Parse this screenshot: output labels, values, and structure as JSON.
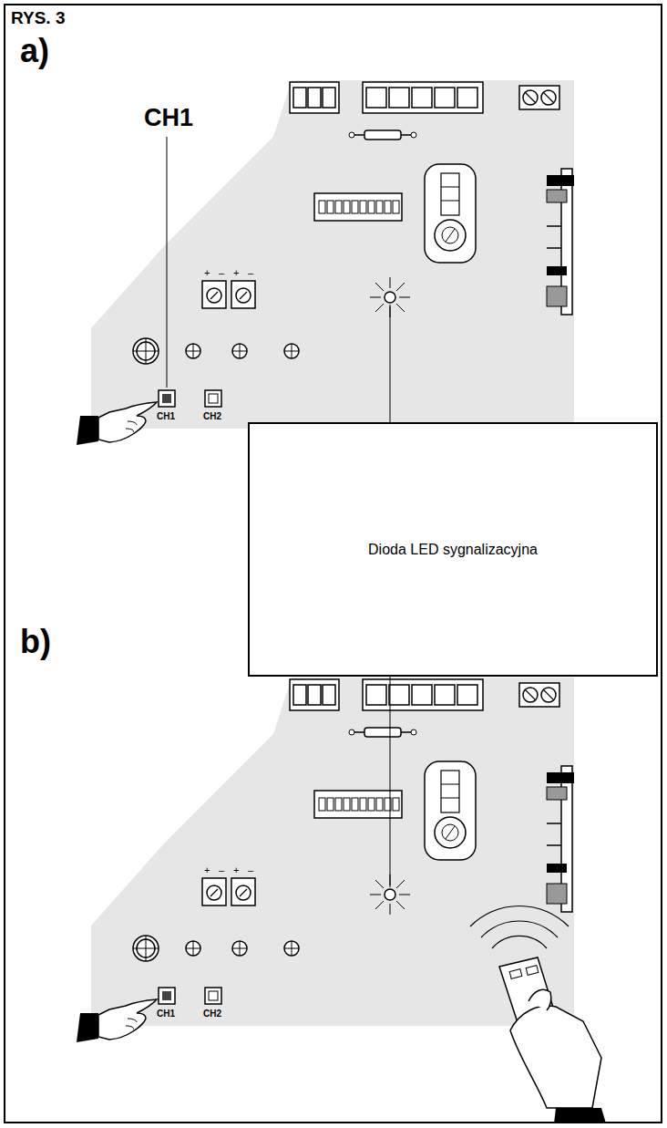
{
  "diagram": {
    "title": "RYS. 3",
    "nodes": [
      {
        "text": [
          "Dioda LED sygnalizacyjna"
        ]
      }
    ],
    "labels": [
      "a)",
      "CH1",
      "CH1",
      "CH2",
      "+",
      "–",
      "+",
      "–",
      "b)",
      "CH1",
      "CH2",
      "+",
      "–",
      "+",
      "–"
    ]
  }
}
